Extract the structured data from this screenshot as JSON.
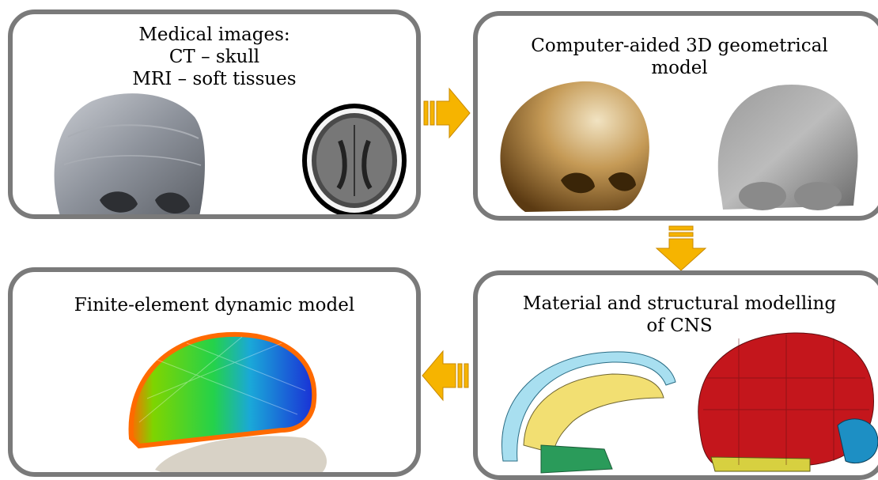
{
  "panels": {
    "medical": {
      "title_lines": [
        "Medical images:",
        "CT – skull",
        "MRI – soft tissues"
      ]
    },
    "cad": {
      "title_lines": [
        "Computer-aided 3D geometrical",
        "model"
      ]
    },
    "material": {
      "title_lines": [
        "Material and structural modelling",
        "of CNS"
      ]
    },
    "fem": {
      "title_lines": [
        "Finite-element dynamic model"
      ]
    }
  },
  "colors": {
    "panel_border": "#7a7a7a",
    "arrow": "#f6b400",
    "arrow_outline": "#c98a00"
  },
  "icons": [
    "arrow-right-icon",
    "arrow-down-icon",
    "arrow-left-icon"
  ]
}
